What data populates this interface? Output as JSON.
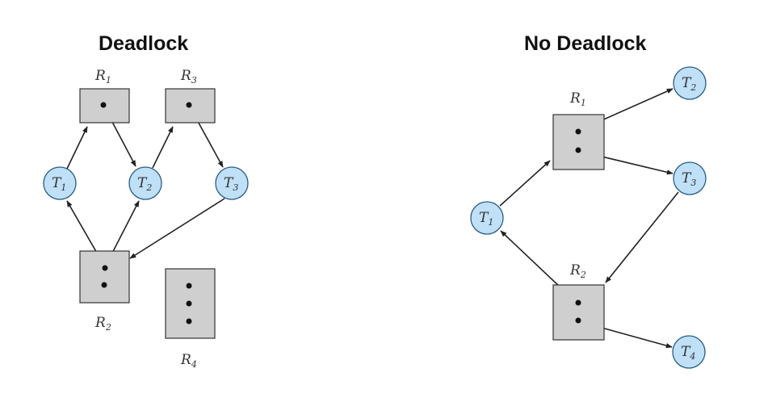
{
  "titles": {
    "left": "Deadlock",
    "right": "No Deadlock"
  },
  "left": {
    "resources": [
      {
        "id": "R1",
        "base": "R",
        "sub": "1"
      },
      {
        "id": "R2",
        "base": "R",
        "sub": "2"
      },
      {
        "id": "R3",
        "base": "R",
        "sub": "3"
      },
      {
        "id": "R4",
        "base": "R",
        "sub": "4"
      }
    ],
    "threads": [
      {
        "id": "T1",
        "base": "T",
        "sub": "1"
      },
      {
        "id": "T2",
        "base": "T",
        "sub": "2"
      },
      {
        "id": "T3",
        "base": "T",
        "sub": "3"
      }
    ],
    "edges": [
      [
        "T1",
        "R1"
      ],
      [
        "R1",
        "T2"
      ],
      [
        "T2",
        "R3"
      ],
      [
        "R3",
        "T3"
      ],
      [
        "T3",
        "R2"
      ],
      [
        "R2",
        "T1"
      ],
      [
        "R2",
        "T2"
      ]
    ]
  },
  "right": {
    "resources": [
      {
        "id": "R1",
        "base": "R",
        "sub": "1"
      },
      {
        "id": "R2",
        "base": "R",
        "sub": "2"
      }
    ],
    "threads": [
      {
        "id": "T1",
        "base": "T",
        "sub": "1"
      },
      {
        "id": "T2",
        "base": "T",
        "sub": "2"
      },
      {
        "id": "T3",
        "base": "T",
        "sub": "3"
      },
      {
        "id": "T4",
        "base": "T",
        "sub": "4"
      }
    ],
    "edges": [
      [
        "T1",
        "R1"
      ],
      [
        "R1",
        "T2"
      ],
      [
        "R1",
        "T3"
      ],
      [
        "T3",
        "R2"
      ],
      [
        "R2",
        "T1"
      ],
      [
        "R2",
        "T4"
      ]
    ]
  }
}
